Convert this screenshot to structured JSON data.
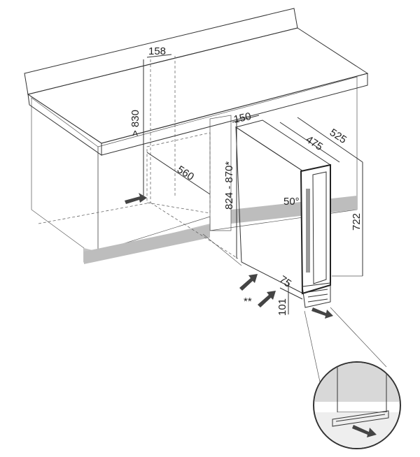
{
  "dimensions": {
    "niche_width": "158",
    "niche_height": "> 830",
    "niche_depth": "560",
    "appliance_width": "150",
    "appliance_depth_body": "475",
    "appliance_depth_total": "525",
    "appliance_height_range": "824 - 870*",
    "door_angle": "50°",
    "body_height": "722",
    "plinth_depth": "75",
    "plinth_height": "101",
    "footnote_marker": "**"
  },
  "colors": {
    "cabinet": "#dcdcdc",
    "shadow": "#bdbdbd",
    "line": "#333333",
    "arrow": "#444444"
  }
}
